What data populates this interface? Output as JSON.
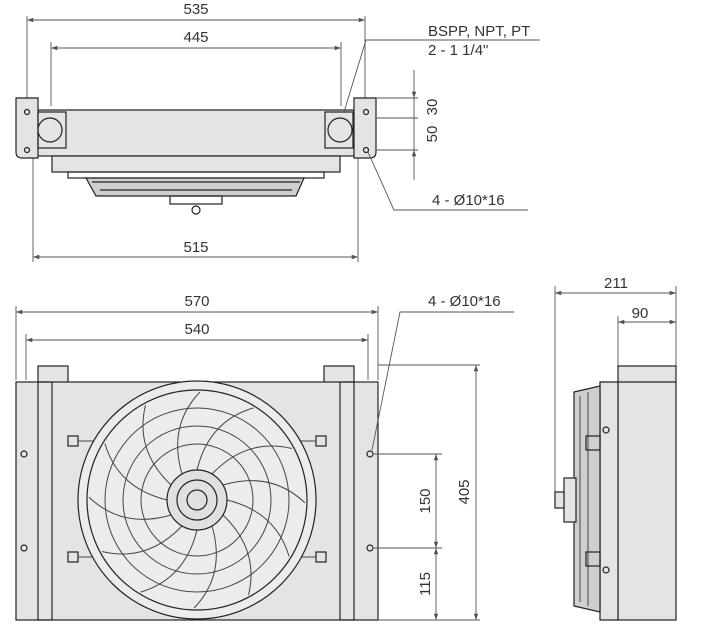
{
  "top_view": {
    "dim_overall_top": "535",
    "dim_inner_top": "445",
    "dim_bottom": "515",
    "dim_right_upper": "30",
    "dim_right_lower": "50",
    "port_label_line1": "BSPP, NPT, PT",
    "port_label_line2": "2 - 1 1/4\"",
    "holes_label": "4 - Ø10*16"
  },
  "front_view": {
    "dim_overall": "570",
    "dim_inner": "540",
    "holes_label": "4 - Ø10*16",
    "dim_height": "405",
    "dim_hole_spacing": "150",
    "dim_hole_bottom": "115"
  },
  "side_view": {
    "dim_overall": "211",
    "dim_body": "90"
  },
  "colors": {
    "line": "#222222",
    "fill": "#e4e4e4",
    "dimension": "#555555"
  }
}
